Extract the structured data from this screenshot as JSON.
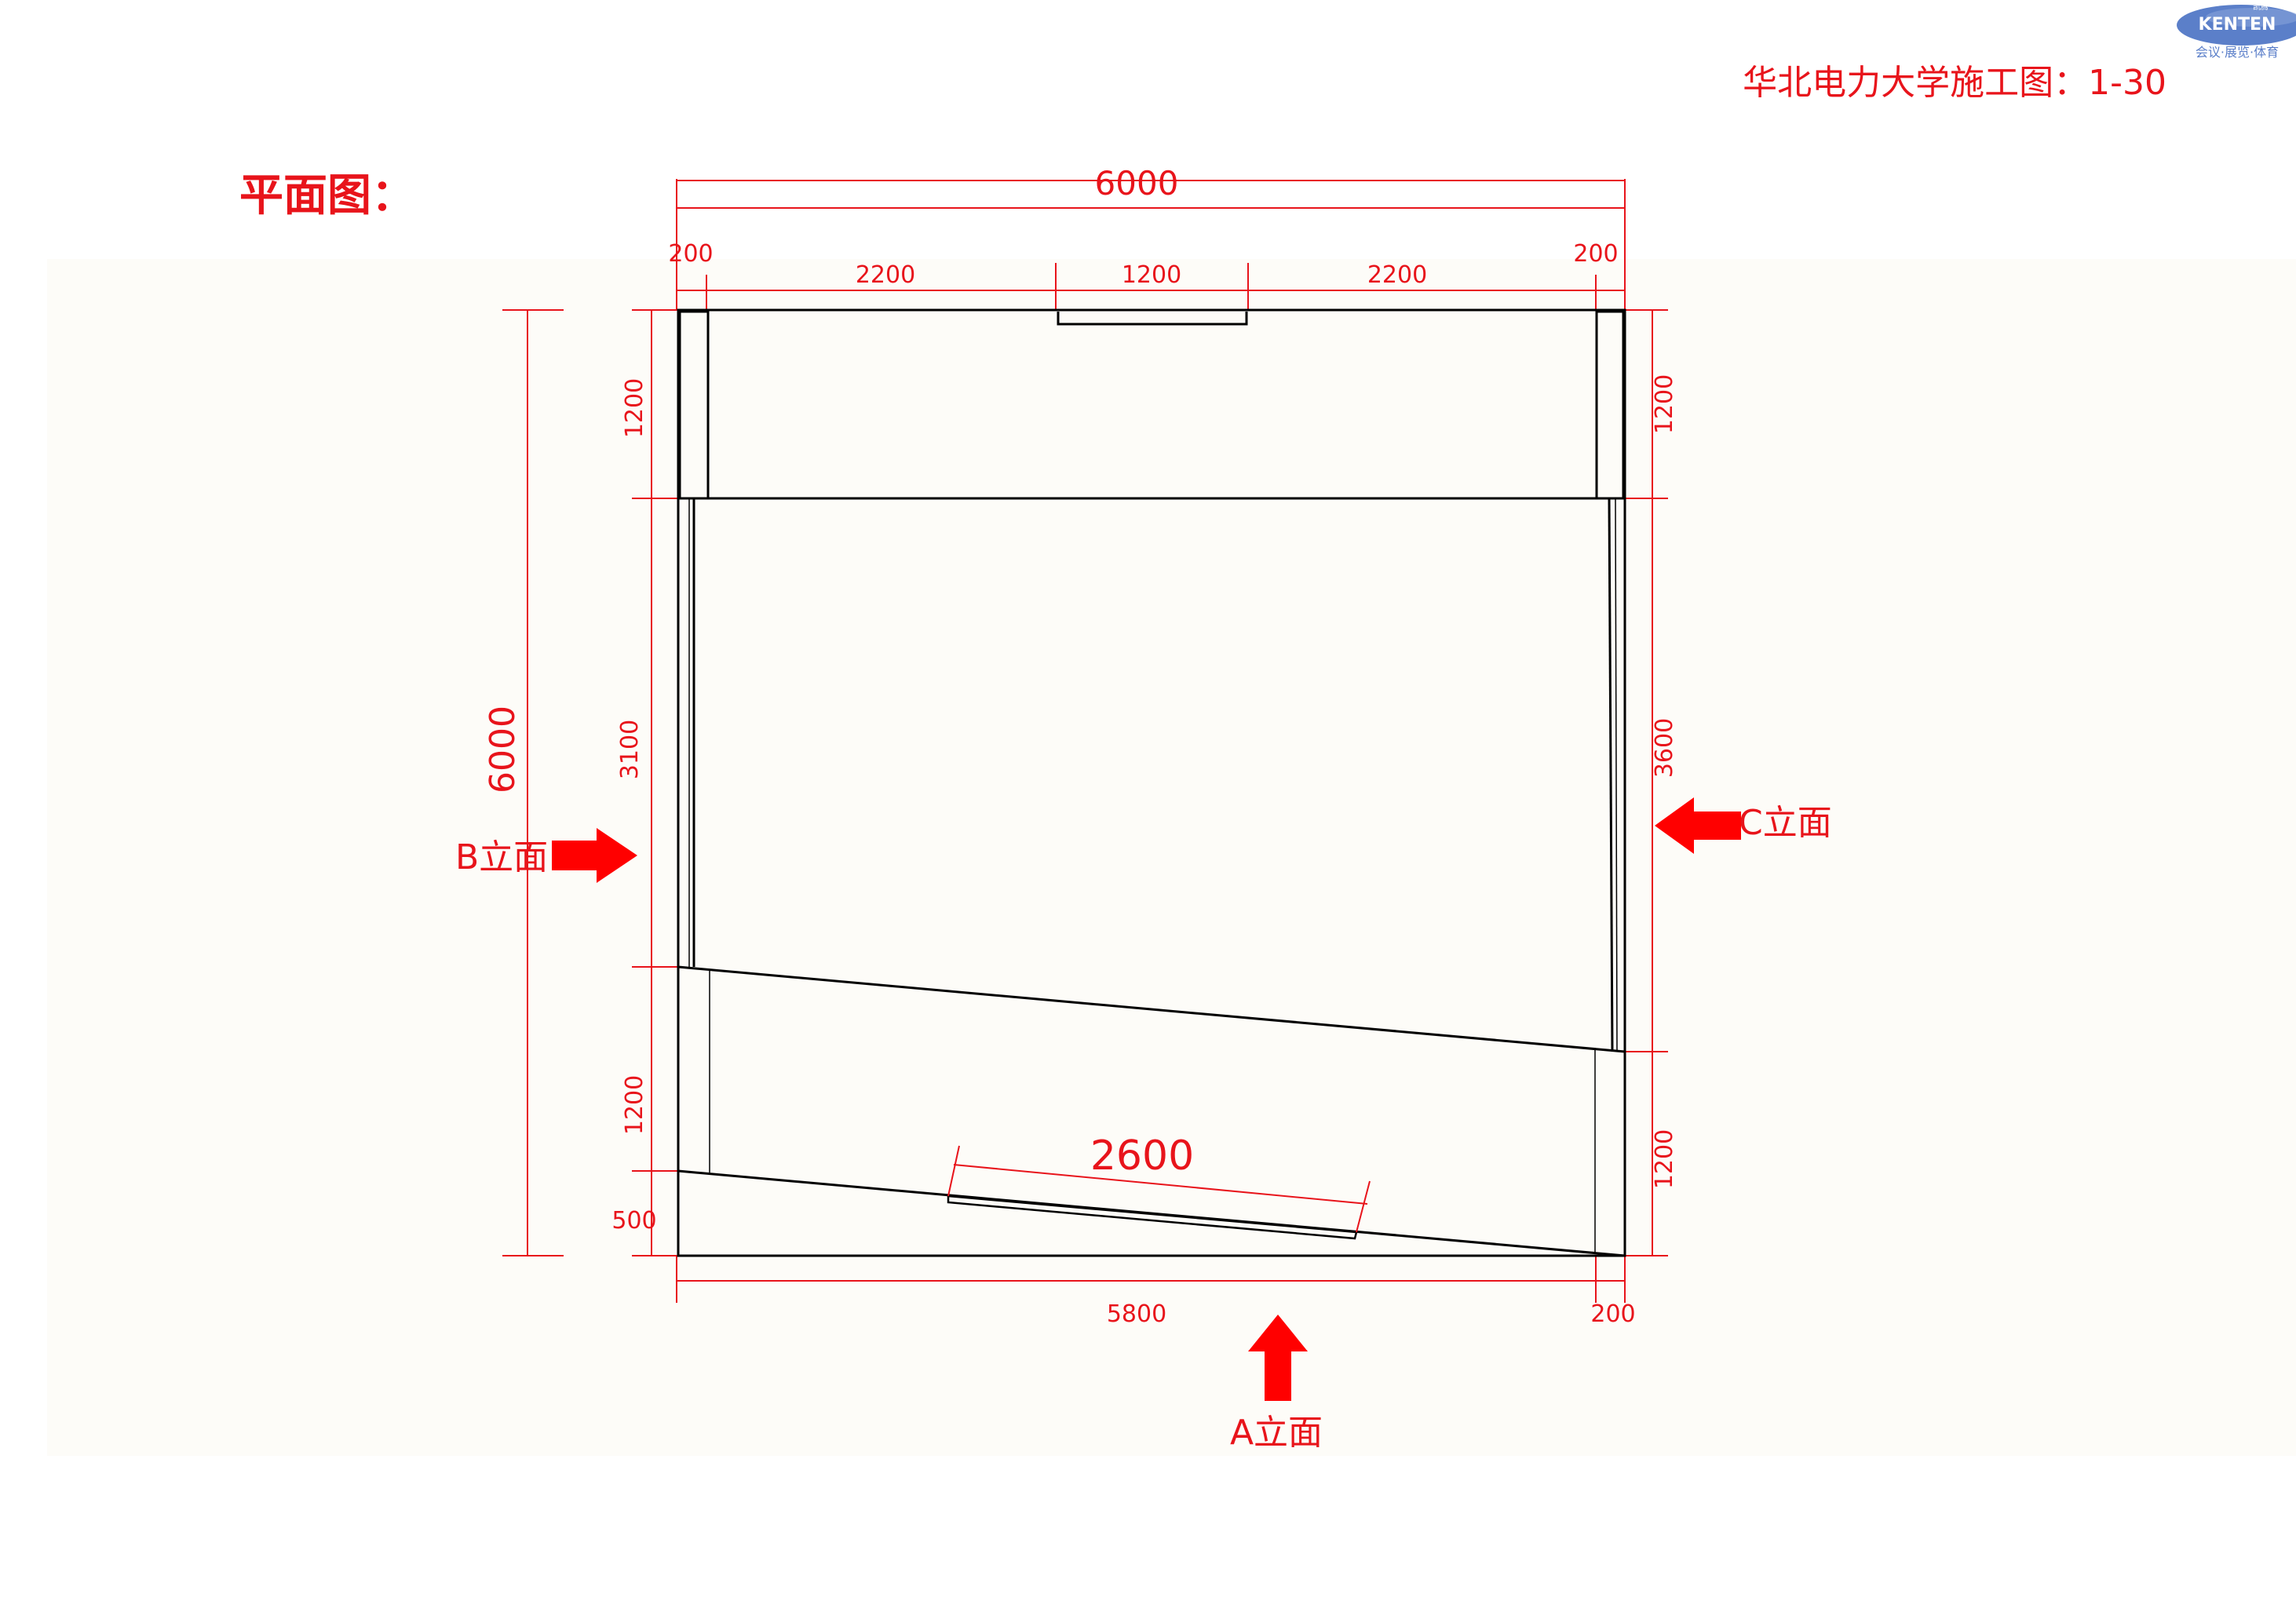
{
  "title": "华北电力大学施工图：1-30",
  "section_label": "平面图：",
  "logo": {
    "brand": "KENTEN",
    "tagline": "会议·展览·体育",
    "chinese_mark": "凯腾"
  },
  "dimensions": {
    "total_width": "6000",
    "top_left_wall": "200",
    "top_left_span": "2200",
    "top_center_span": "1200",
    "top_right_span": "2200",
    "top_right_wall": "200",
    "total_depth": "6000",
    "left_upper": "1200",
    "left_middle": "3100",
    "left_lower": "1200",
    "left_bottom": "500",
    "right_upper": "1200",
    "right_middle": "3600",
    "right_lower": "1200",
    "bottom_width": "5800",
    "bottom_right": "200",
    "counter_length": "2600"
  },
  "elevation_labels": {
    "a": "A立面",
    "b": "B立面",
    "c": "C立面"
  },
  "colors": {
    "annotation_red": "#e8141b",
    "arrow_red": "#ff0000",
    "line_black": "#000000",
    "logo_blue": "#5b7fc9"
  }
}
